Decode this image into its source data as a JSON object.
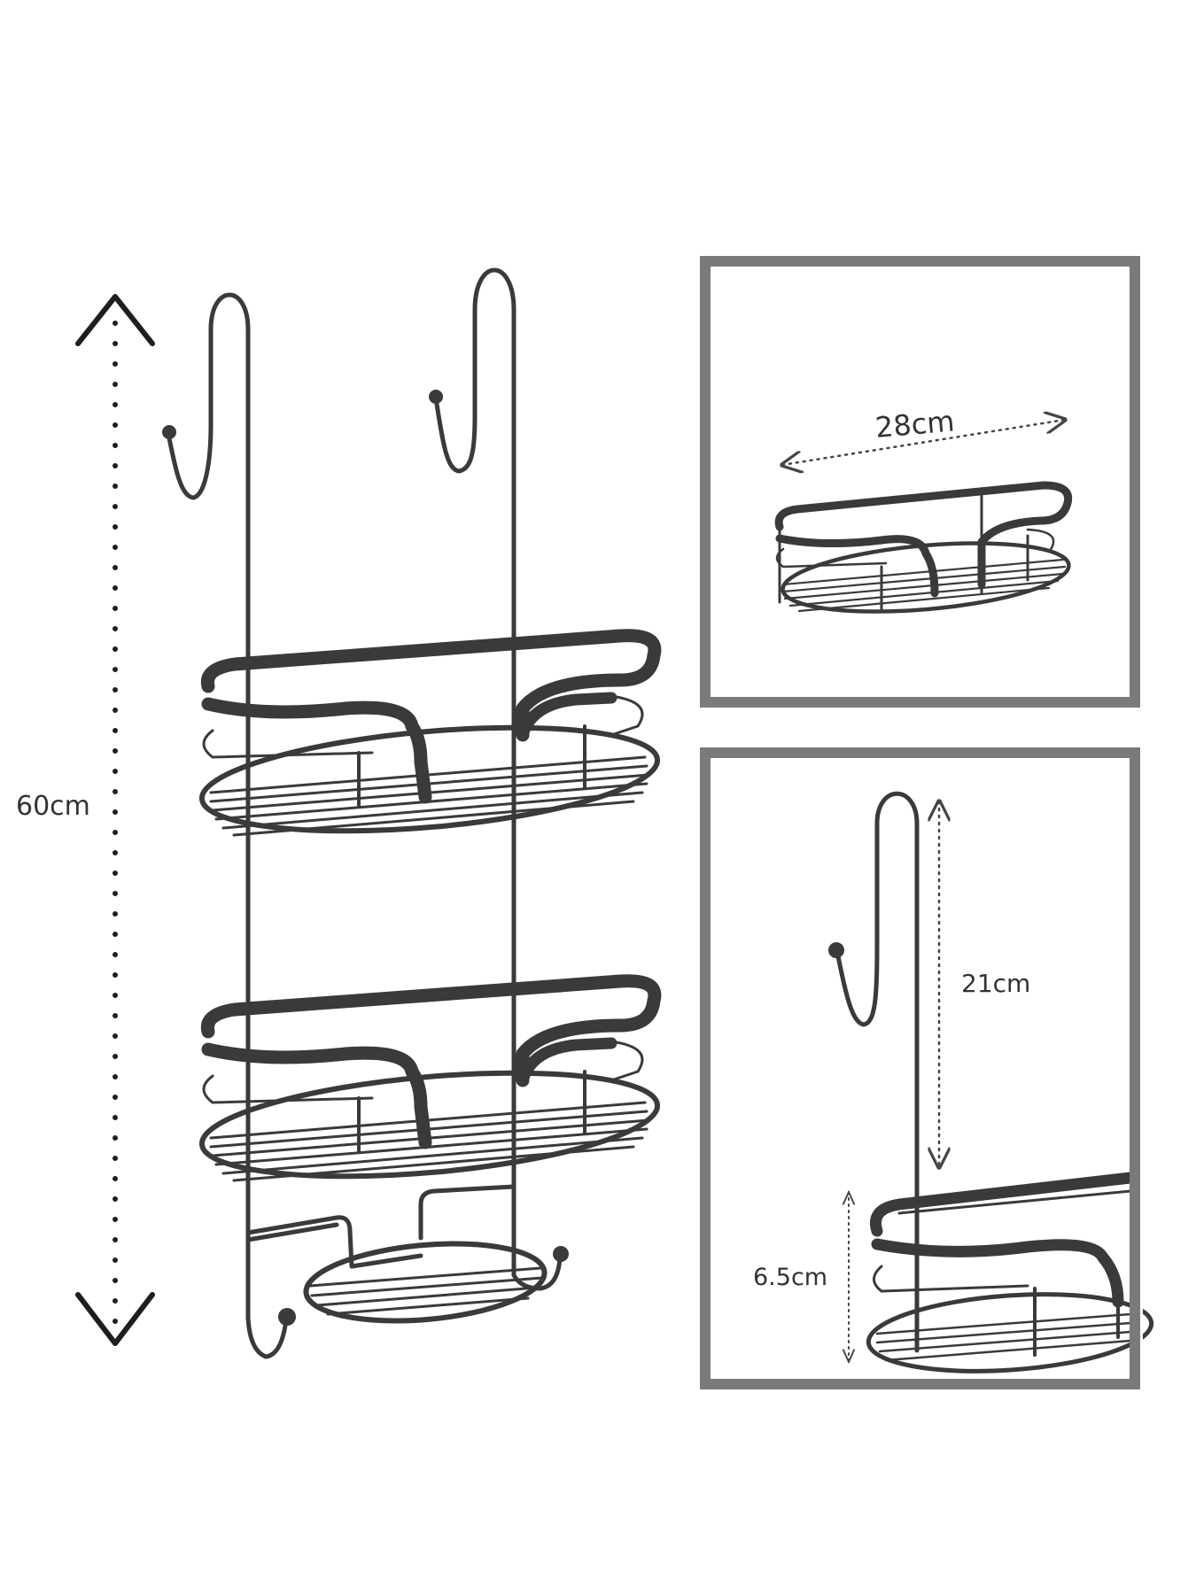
{
  "dimensions": {
    "total_height": "60cm",
    "basket_width": "28cm",
    "hook_height": "21cm",
    "basket_depth": "6.5cm"
  },
  "colors": {
    "line": "#3a3a3a",
    "frame": "#7a7a7a",
    "background": "#ffffff"
  }
}
